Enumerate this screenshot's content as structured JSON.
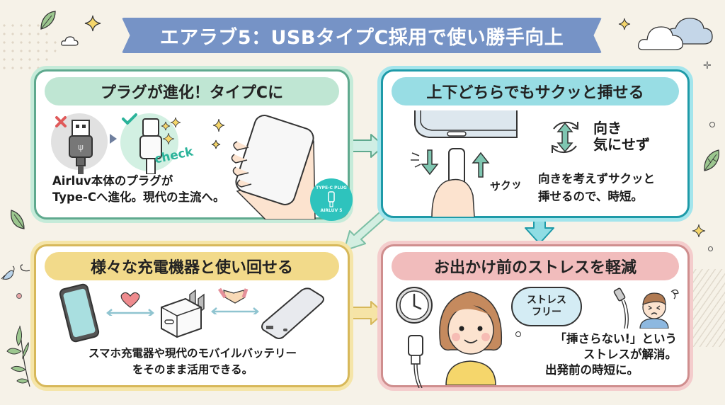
{
  "title": "エアラブ5：USBタイプC採用で使い勝手向上",
  "colors": {
    "background": "#f6f2e8",
    "banner": "#7693c6",
    "panel1_border": "#5fa98e",
    "panel2_border": "#1e9aa8",
    "panel3_border": "#d7b85a",
    "panel4_border": "#cf8e8e",
    "check_green": "#2bb39a",
    "cross_red": "#e05a5a"
  },
  "panels": [
    {
      "heading": "プラグが進化！タイプCに",
      "illustration": {
        "old_plug": "usb-a-plug",
        "new_plug": "usb-c-plug",
        "check_label": "check",
        "badge_top": "TYPE-C PLUG",
        "badge_bottom": "AIRLUV 5"
      },
      "description_lines": [
        "Airluv本体のプラグが",
        "Type-Cへ進化。現代の主流へ。"
      ]
    },
    {
      "heading": "上下どちらでもサクッと挿せる",
      "illustration": {
        "sound_label": "サクッ",
        "reversible_label_lines": [
          "向き",
          "気にせず"
        ]
      },
      "description_lines": [
        "向きを考えずサクッと",
        "挿せるので、時短。"
      ]
    },
    {
      "heading": "様々な充電機器と使い回せる",
      "illustration": {
        "devices": [
          "smartphone",
          "usb-c-charger",
          "power-bank"
        ]
      },
      "description_lines": [
        "スマホ充電器や現代のモバイルバッテリー",
        "をそのまま活用できる。"
      ]
    },
    {
      "heading": "お出かけ前のストレスを軽減",
      "illustration": {
        "thought_bubble_lines": [
          "ストレス",
          "フリー"
        ]
      },
      "description_lines": [
        "「挿さらない!」という",
        "ストレスが解消。",
        "出発前の時短に。"
      ]
    }
  ]
}
